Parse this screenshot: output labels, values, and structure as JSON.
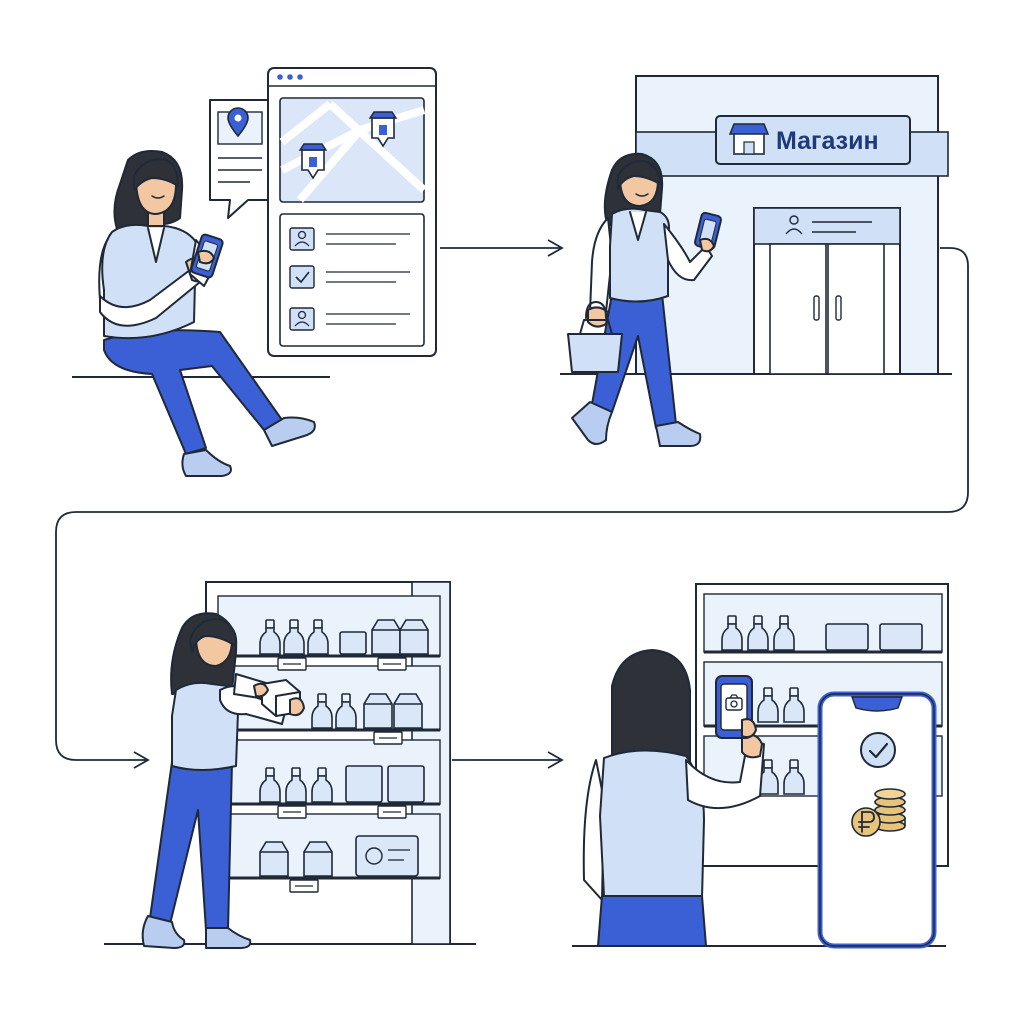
{
  "store_sign": {
    "label": "Магазин",
    "icon": "storefront-icon"
  },
  "colors": {
    "outline": "#1f2937",
    "accent": "#3b5fd4",
    "light_blue": "#cfe0f7",
    "pale_blue": "#eaf2fc",
    "skin": "#f3c7a2",
    "hair": "#2e3138",
    "coin": "#e8c37a"
  },
  "steps": [
    {
      "scene": "browse-stores-on-phone-map"
    },
    {
      "scene": "walk-to-store"
    },
    {
      "scene": "pick-products-from-shelf"
    },
    {
      "scene": "scan-and-pay-with-phone"
    }
  ],
  "icons": [
    "map-pin-icon",
    "store-marker-icon",
    "user-icon",
    "checkbox-check-icon",
    "camera-icon",
    "check-circle-icon",
    "ruble-coin-icon"
  ]
}
